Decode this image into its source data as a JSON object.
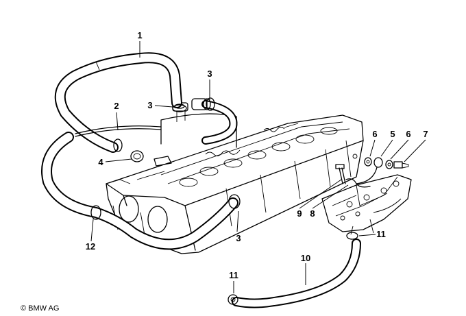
{
  "diagram": {
    "parts": [
      {
        "id": "1",
        "label": "1"
      },
      {
        "id": "2",
        "label": "2"
      },
      {
        "id": "3a",
        "label": "3"
      },
      {
        "id": "3b",
        "label": "3"
      },
      {
        "id": "3c",
        "label": "3"
      },
      {
        "id": "4",
        "label": "4"
      },
      {
        "id": "5",
        "label": "5"
      },
      {
        "id": "6a",
        "label": "6"
      },
      {
        "id": "6b",
        "label": "6"
      },
      {
        "id": "7",
        "label": "7"
      },
      {
        "id": "8",
        "label": "8"
      },
      {
        "id": "9",
        "label": "9"
      },
      {
        "id": "10",
        "label": "10"
      },
      {
        "id": "11a",
        "label": "11"
      },
      {
        "id": "11b",
        "label": "11"
      },
      {
        "id": "12",
        "label": "12"
      }
    ]
  },
  "footer": {
    "copyright": "© BMW AG"
  }
}
